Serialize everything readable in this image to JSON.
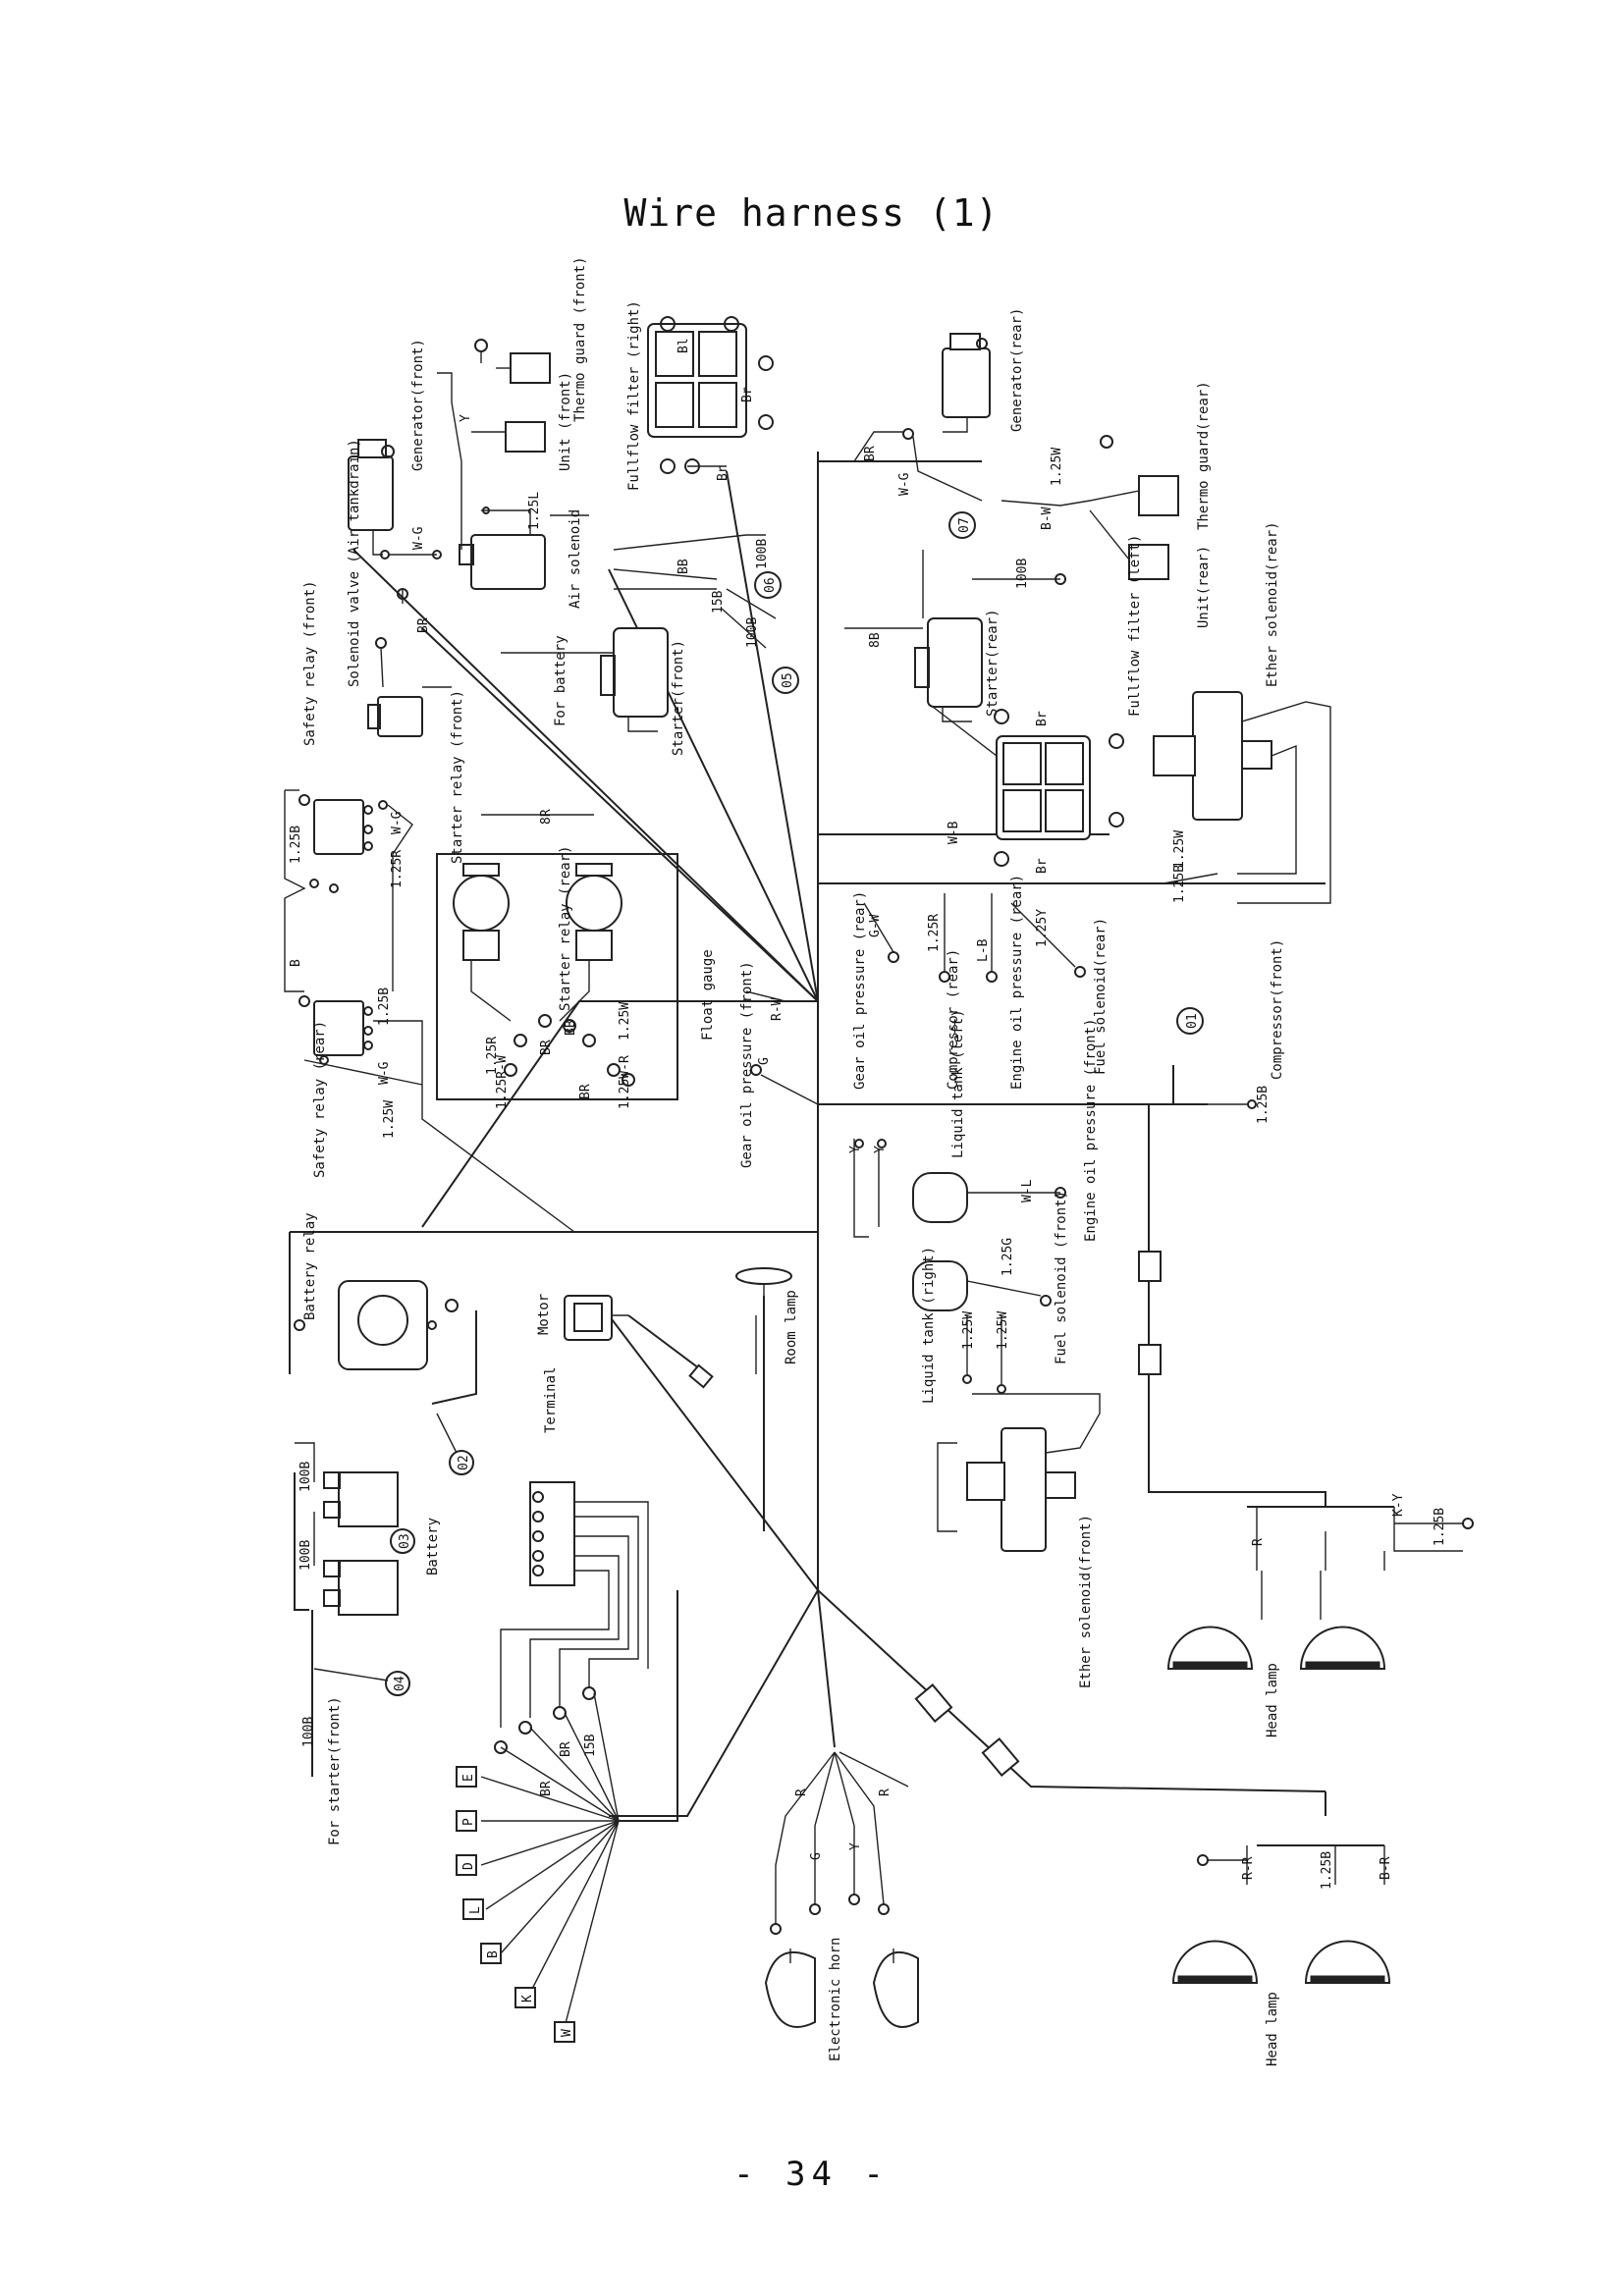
{
  "title": "Wire harness (1)",
  "page_number": "- 34 -",
  "components": {
    "generator_front": "Generator(front)",
    "unit_front": "Unit (front)",
    "thermo_guard_front": "Thermo guard (front)",
    "fullflow_filter_right": "Fullflow filter (right)",
    "air_solenoid": "Air solenoid",
    "generator_rear": "Generator(rear)",
    "thermo_guard_rear": "Thermo guard(rear)",
    "unit_rear": "Unit(rear)",
    "ether_solenoid_rear": "Ether solenoid(rear)",
    "solenoid_valve": "Solenoid valve (Air tankdrain)",
    "for_battery": "For battery",
    "starter_front": "Starter(front)",
    "starter_rear": "Starter(rear)",
    "fullflow_filter_left": "Fullflow filter (left)",
    "safety_relay_front": "Safety relay (front)",
    "starter_relay_front": "Starter relay (front)",
    "starter_relay_rear": "Starter relay (rear)",
    "safety_relay_rear": "Safety relay (rear)",
    "float_gauge": "Float gauge",
    "gear_oil_pressure_rear": "Gear oil pressure (rear)",
    "compressor_rear": "Compressor (rear)",
    "engine_oil_pressure_rear": "Engine oil pressure (rear)",
    "fuel_solenoid_rear": "Fuel solenoid(rear)",
    "compressor_front": "Compressor(front)",
    "gear_oil_pressure_front": "Gear oil pressure (front)",
    "liquid_tank_left": "Liquid tank (left)",
    "liquid_tank_right": "Liquid tank (right)",
    "engine_oil_pressure_front": "Engine oil pressure (front)",
    "fuel_solenoid_front": "Fuel solenoid (front)",
    "ether_solenoid_front": "Ether solenoid(front)",
    "battery_relay": "Battery relay",
    "motor": "Motor",
    "room_lamp": "Room lamp",
    "terminal": "Terminal",
    "battery": "Battery",
    "for_starter_front": "For starter(front)",
    "electronic_horn": "Electronic horn",
    "head_lamp_upper": "Head lamp",
    "head_lamp_lower": "Head lamp"
  },
  "wire_codes": {
    "w_g_gen": "W-G",
    "br_gen": "BR",
    "y_thermo": "Y",
    "l25l": "1.25L",
    "br_ff": "Br",
    "bl_ff": "Bl",
    "br_ff2": "Br",
    "br_rear": "BR",
    "w_g_rear": "W-G",
    "l25w_rear": "1.25W",
    "b_w": "B-W",
    "b100_a": "100B",
    "b100_b": "100B",
    "b100_c": "100B",
    "bb": "BB",
    "b15": "15B",
    "b8": "8B",
    "br_ffl": "Br",
    "br_ffl2": "Br",
    "w_b": "W-B",
    "l25w_e": "1.25W",
    "l25b_e": "1.25B",
    "l25b_sr": "1.25B",
    "w_g_sr": "W-G",
    "l25r_sr": "1.25R",
    "b_sr": "B",
    "l25b_sr2": "1.25B",
    "w_g_sr2": "W-G",
    "l25w_sr": "1.25W",
    "br_st": "8R",
    "bb_st": "BB",
    "l25w_st": "1.25W",
    "br_st2": "BR",
    "l25r_st": "1.25R",
    "l25r_w": "1.25R-W",
    "br_st3": "BR",
    "l25w_r": "1.25W-R",
    "r_w": "R-W",
    "g_w": "G-W",
    "l25r_c": "1.25R",
    "l_b": "L-B",
    "l25y": "1.25Y",
    "g_f": "G",
    "l25b_cf": "1.25B",
    "y_lt": "Y",
    "y_lt2": "Y",
    "w_l": "W-L",
    "l25g": "1.25G",
    "l25w_lt": "1.25W",
    "l25w_lt2": "1.25W",
    "b100_bat": "100B",
    "b100_bat2": "100B",
    "b100_bat3": "100B",
    "br_t": "BR",
    "b15_t": "15B",
    "br_t2": "BR",
    "r_h": "R",
    "g_h": "G",
    "y_h": "Y",
    "r_h2": "R",
    "r_hl": "R",
    "k_y": "K-Y",
    "l25b_hl": "1.25B",
    "r_r": "R-R",
    "l25b_hl2": "1.25B",
    "b_r": "B-R"
  },
  "terminal_labels": [
    "E",
    "P",
    "D",
    "L",
    "B",
    "K",
    "W"
  ],
  "markers": [
    "01",
    "02",
    "03",
    "04",
    "05",
    "06",
    "07"
  ]
}
